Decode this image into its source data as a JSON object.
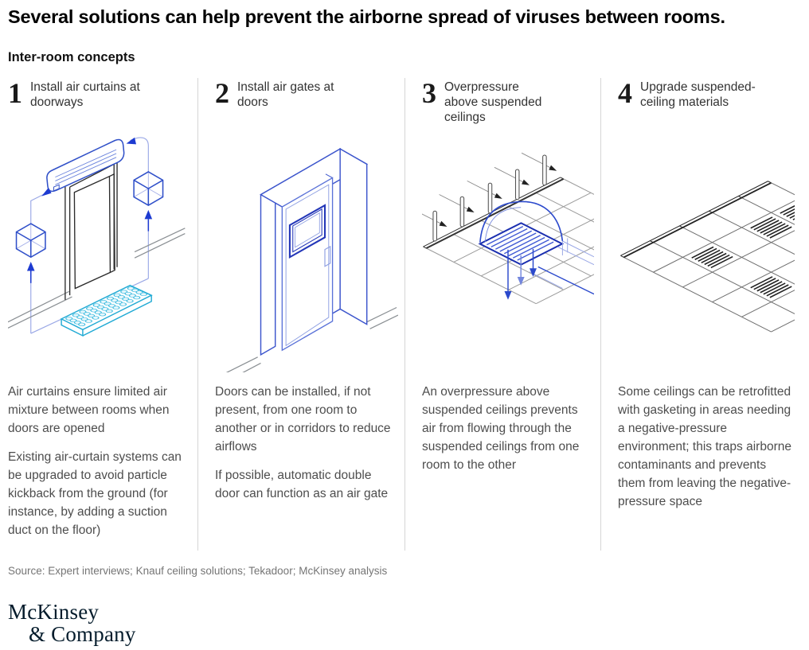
{
  "page": {
    "title": "Several solutions can help prevent the airborne spread of viruses between rooms.",
    "section_label": "Inter-room concepts"
  },
  "columns": [
    {
      "number": "1",
      "heading": "Install air curtains at doorways",
      "illustration": "air-curtain-at-doorway",
      "paragraphs": [
        "Air curtains ensure limited air mixture between rooms when doors are opened",
        "Existing air-curtain systems can be upgraded to avoid particle kickback from the ground (for instance, by adding a suction duct on the floor)"
      ]
    },
    {
      "number": "2",
      "heading": "Install air gates at doors",
      "illustration": "air-gate-door",
      "paragraphs": [
        "Doors can be installed, if not present, from one room to another or in corridors to reduce airflows",
        "If possible, automatic double door can function as an air gate"
      ]
    },
    {
      "number": "3",
      "heading": "Overpressure above suspended ceilings",
      "illustration": "overpressure-above-suspended-ceiling",
      "paragraphs": [
        "An overpressure above suspended ceilings prevents air from flowing through the suspended ceilings from one room to the other"
      ]
    },
    {
      "number": "4",
      "heading": "Upgrade suspended-ceiling materials",
      "illustration": "suspended-ceiling-materials",
      "paragraphs": [
        "Some ceilings can be retrofitted with gasketing in areas needing a negative-pressure environment; this traps airborne contaminants and prevents them from leaving the negative-pressure space"
      ]
    }
  ],
  "footer": {
    "source": "Source: Expert interviews; Knauf ceiling solutions; Tekadoor; McKinsey analysis",
    "logo_line1": "McKinsey",
    "logo_line2": "& Company"
  },
  "colors": {
    "illustration_blue": "#2f4fc9",
    "illustration_dark_blue": "#1b2fb0",
    "illustration_light_blue": "#9aa8e6",
    "illustration_cyan": "#21aad4",
    "structure_gray": "#8a8f93",
    "logo_navy": "#051c2c",
    "body_text": "#4d4d4d"
  }
}
